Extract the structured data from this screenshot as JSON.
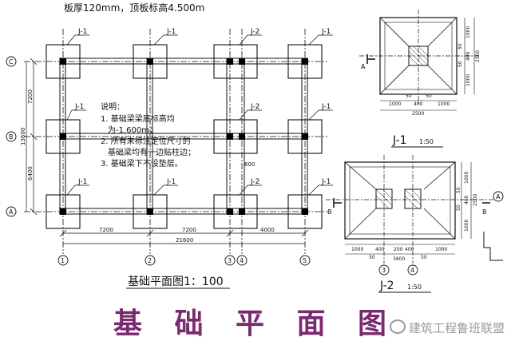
{
  "header_note": "板厚120mm，顶板标高4.500m",
  "plan": {
    "title": "基础平面图1：100",
    "axes_x": [
      "1",
      "2",
      "3",
      "4",
      "5"
    ],
    "axes_y": [
      "C",
      "B",
      "A"
    ],
    "footing_tags": {
      "c_row": [
        "J-1",
        "J-1",
        "J-2",
        "J-1"
      ],
      "b_row": [
        "J-1",
        "J-2",
        "J-1"
      ],
      "a_row": [
        "J-1",
        "J-1",
        "J-2",
        "J-1"
      ]
    },
    "dims_bottom": [
      "7200",
      "7200",
      "4000"
    ],
    "dim_total": "21600",
    "dims_left": [
      "7200",
      "6400"
    ],
    "dim_left_extra": "13600",
    "dim_mid": "600",
    "notes": {
      "heading": "说明：",
      "line1": "1. 基础梁梁底标高均",
      "line2": "为-1.600m；",
      "line3": "2. 所有未标注定位尺寸的",
      "line4": "基础梁均有一边贴柱边；",
      "line5": "3. 基础梁下不设垫层。"
    }
  },
  "j1": {
    "label": "J-1",
    "scale": "1:50",
    "dims_bottom": [
      "1000",
      "50",
      "400",
      "50",
      "1000"
    ],
    "dim_total": "2500",
    "dims_right": [
      "1000",
      "50",
      "400",
      "50",
      "1000"
    ],
    "dim_right_total": "2500",
    "section": "A"
  },
  "j2": {
    "label": "J-2",
    "scale": "1:50",
    "dims_bottom": [
      "1000",
      "50",
      "400",
      "200",
      "400",
      "50",
      "1000"
    ],
    "dim_total": "3600",
    "dims_right": [
      "1000",
      "50",
      "400",
      "50",
      "1000"
    ],
    "dim_right_total": "2500",
    "axis_refs": [
      "3",
      "4"
    ],
    "axis_right": "A",
    "section": "B"
  },
  "big_title": "基  础  平  面  图",
  "watermark": "建筑工程鲁班联盟"
}
